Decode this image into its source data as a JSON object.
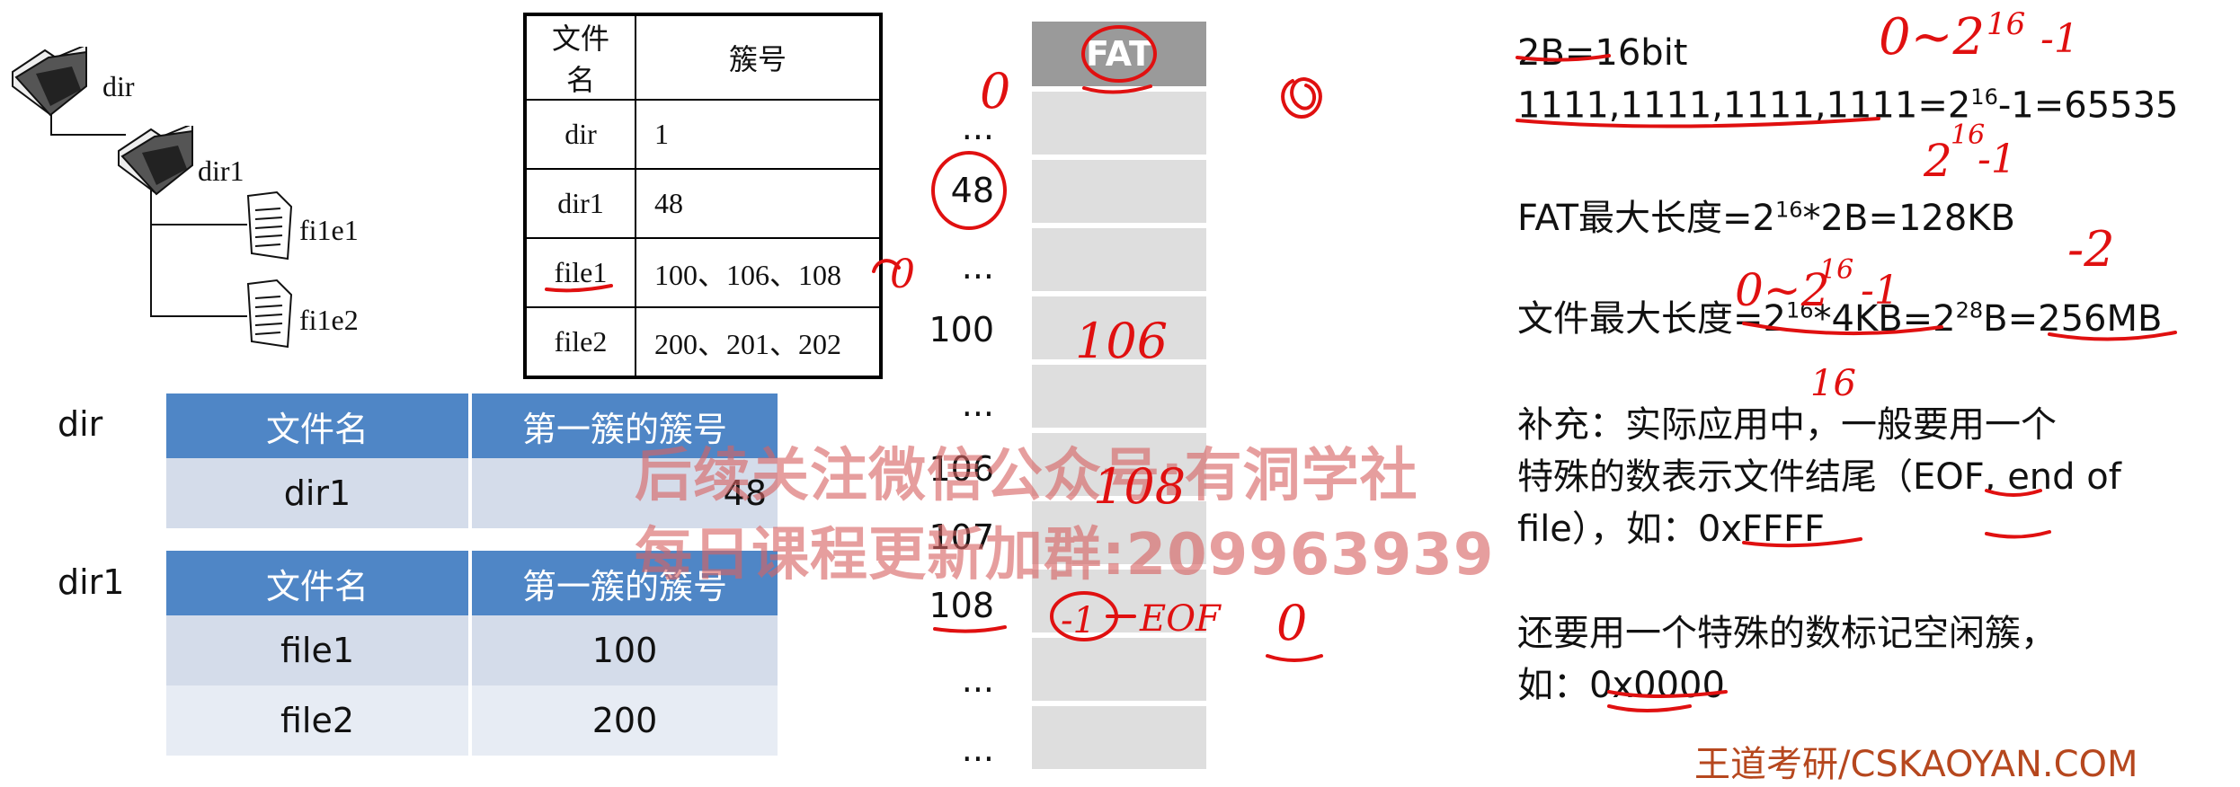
{
  "tree": {
    "root": "dir",
    "child": "dir1",
    "file1": "fi1e1",
    "file2": "fi1e2"
  },
  "map_table": {
    "headers": [
      "文件名",
      "簇号"
    ],
    "rows": [
      [
        "dir",
        "1"
      ],
      [
        "dir1",
        "48"
      ],
      [
        "file1",
        "100、106、108"
      ],
      [
        "file2",
        "200、201、202"
      ]
    ]
  },
  "dir_tables": [
    {
      "label": "dir",
      "headers": [
        "文件名",
        "第一簇的簇号"
      ],
      "rows": [
        [
          "dir1",
          "48"
        ]
      ]
    },
    {
      "label": "dir1",
      "headers": [
        "文件名",
        "第一簇的簇号"
      ],
      "rows": [
        [
          "file1",
          "100"
        ],
        [
          "file2",
          "200"
        ]
      ]
    }
  ],
  "fat": {
    "header": "FAT",
    "indices": [
      "...",
      "48",
      "...",
      "100",
      "...",
      "106",
      "107",
      "108",
      "...",
      "..."
    ]
  },
  "notes": {
    "l1": "2B=16bit",
    "l2a": "1111,1111,1111,1111=2",
    "l2s": "16",
    "l2b": "-1=65535",
    "l3a": "FAT最大长度=2",
    "l3s": "16",
    "l3b": "*2B=128KB",
    "l4a": "文件最大长度=2",
    "l4s1": "16",
    "l4b": "*4KB=2",
    "l4s2": "28",
    "l4c": "B=256MB",
    "l5": "补充：实际应用中，一般要用一个",
    "l6": "特殊的数表示文件结尾（EOF, end of",
    "l7": "file），如：0xFFFF",
    "l8": "还要用一个特殊的数标记空闲簇，",
    "l9": "如：0x0000"
  },
  "watermark": {
    "line1": "后续关注微信公众号:有洞学社",
    "line2": "每日课程更新加群:209963939"
  },
  "brand": "王道考研/CSKAOYAN.COM",
  "handwriting": {
    "top_formula": "0~2",
    "top_exp": "16",
    "top_minus": "-1",
    "mid_formula": "2",
    "mid_exp": "16",
    "mid_minus": "-1",
    "zero_top": "0",
    "fat100": "106",
    "fat106": "108",
    "fat108": "-1",
    "eof": "EOF",
    "zero_108": "0",
    "range2": "0~2",
    "range2_exp": "16",
    "range2_minus": "-1",
    "sixteen": "16",
    "minus2": "-2",
    "file1_mark": "0"
  },
  "colors": {
    "table_header_blue": "#4f86c6",
    "row_dark": "#d4dcea",
    "row_light": "#e7ecf4",
    "fat_header_gray": "#9a9a9a",
    "fat_cell_gray": "#dedede",
    "ink_red": "#e01010",
    "brand": "#b6471e"
  }
}
